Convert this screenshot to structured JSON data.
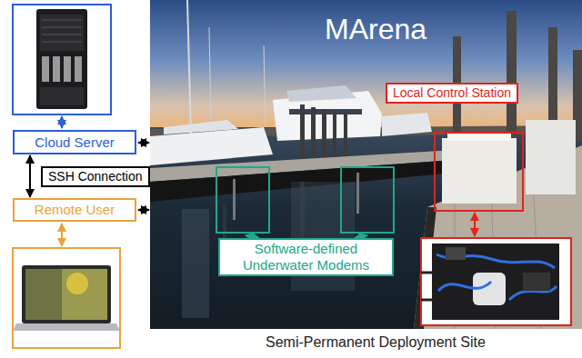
{
  "diagram": {
    "title": "MArena",
    "caption": "Semi-Permanent Deployment Site",
    "nodes": [
      {
        "text": [
          "Cloud Server"
        ]
      },
      {
        "text": [
          "SSH Connection"
        ]
      },
      {
        "text": [
          "Remote User"
        ]
      },
      {
        "text": [
          "Local Control Station"
        ]
      },
      {
        "text": [
          "Software-defined Underwater Modems"
        ]
      }
    ],
    "edges": [
      {
        "from": 0,
        "to": 2,
        "arrow": "both"
      }
    ]
  }
}
